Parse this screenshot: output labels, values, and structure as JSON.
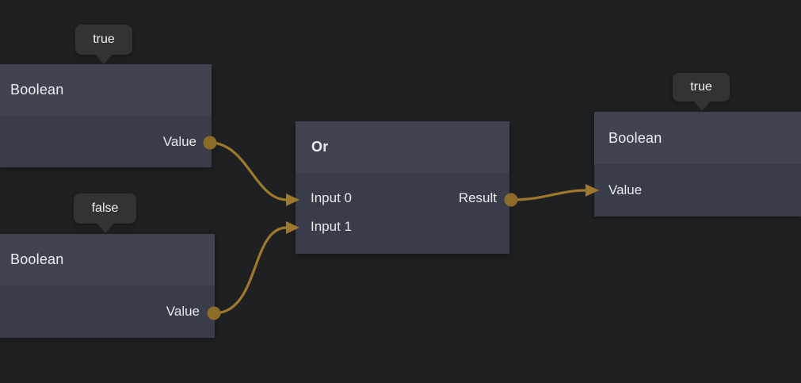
{
  "canvas": {
    "background_color": "#1f2021",
    "wire_color": "#9e782c",
    "port_color": "#8b6b27",
    "node_header_color": "#3f4450",
    "node_body_color": "#383d49",
    "tooltip_color": "#313335"
  },
  "nodes": {
    "boolean_top_left": {
      "title": "Boolean",
      "tooltip": "true",
      "output_port": "Value"
    },
    "boolean_bottom_left": {
      "title": "Boolean",
      "tooltip": "false",
      "output_port": "Value"
    },
    "or": {
      "title": "Or",
      "input_0": "Input 0",
      "input_1": "Input 1",
      "output": "Result"
    },
    "boolean_right": {
      "title": "Boolean",
      "tooltip": "true",
      "input_port": "Value"
    }
  }
}
